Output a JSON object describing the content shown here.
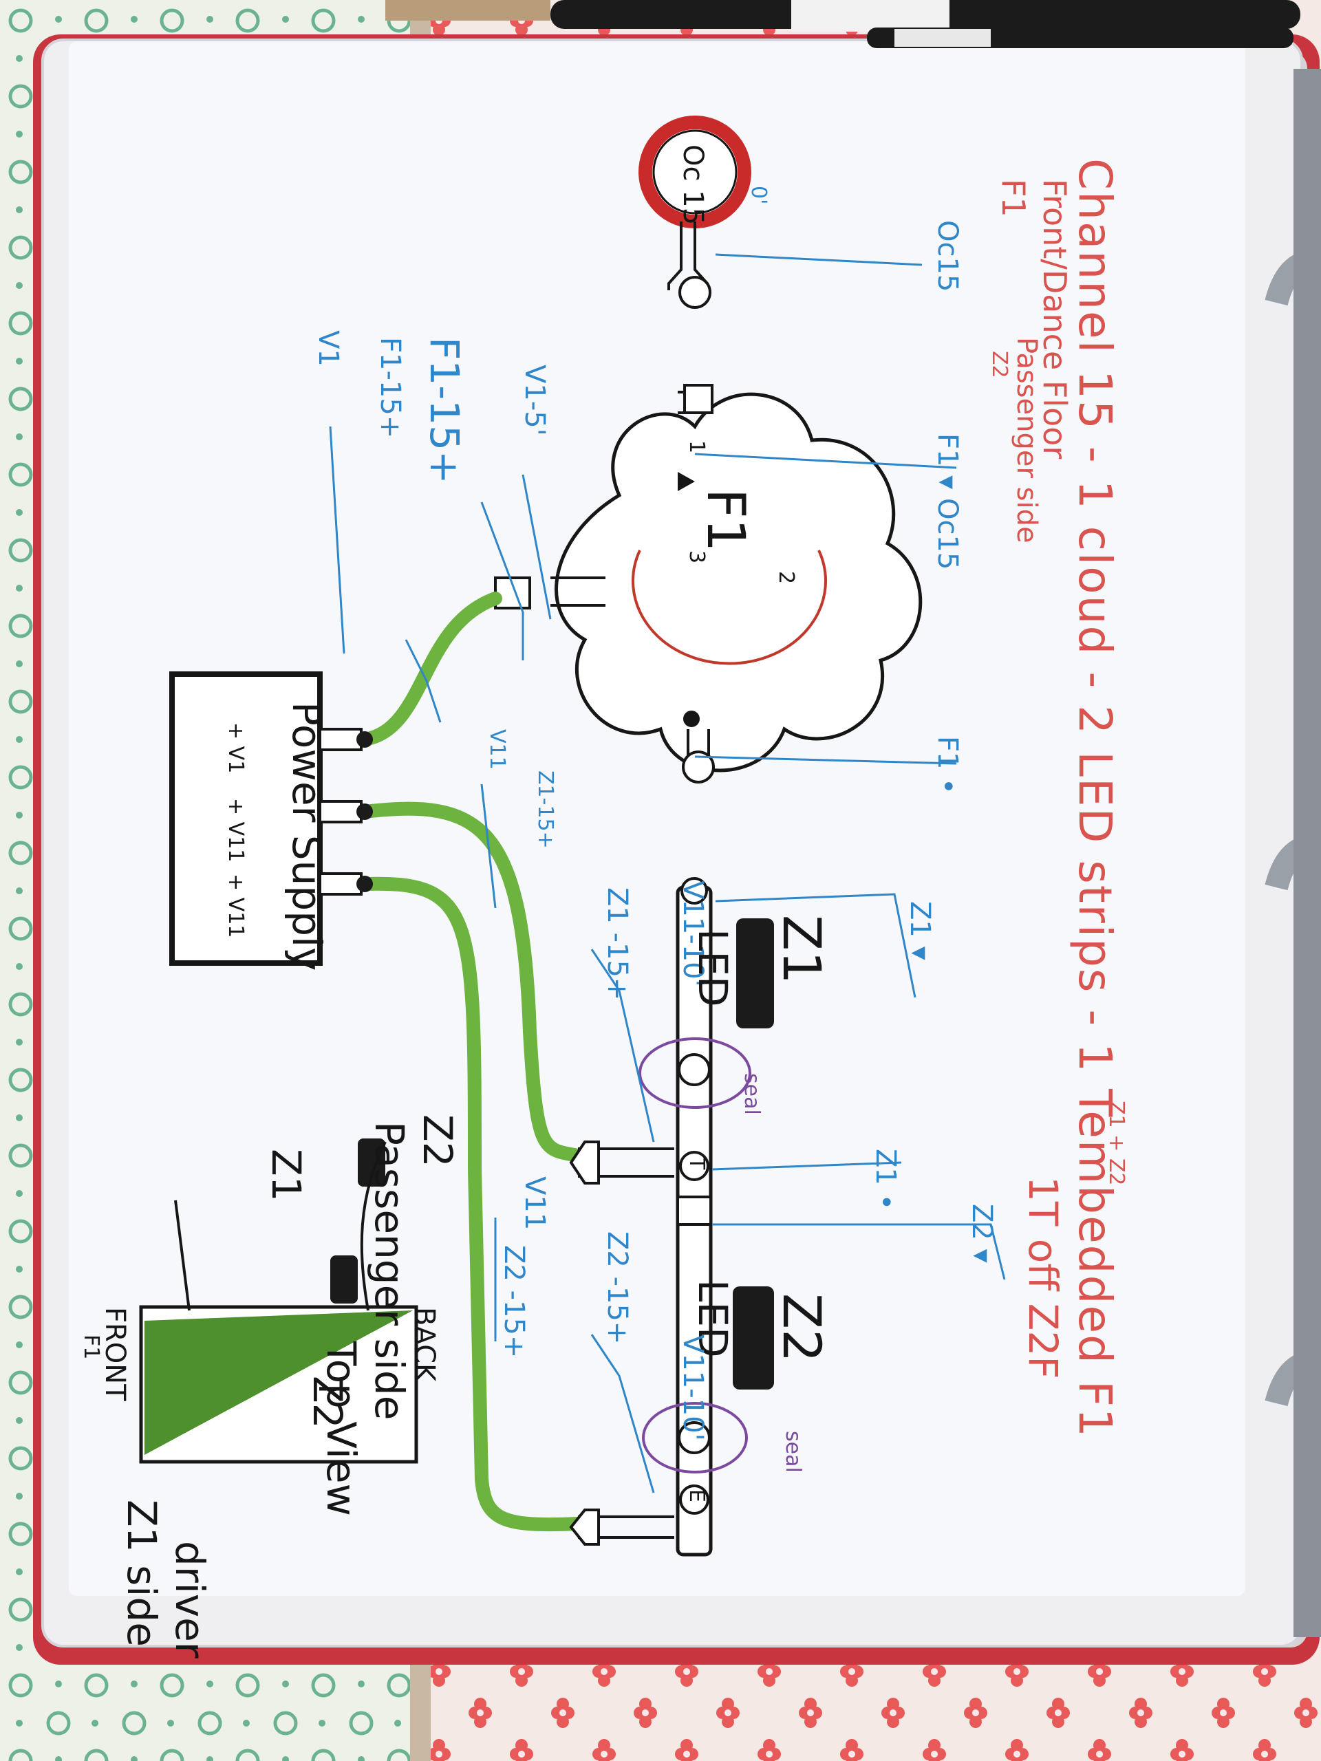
{
  "title": "Channel 15 - 1 cloud - 2 LED strips - 1 Tembedded F1",
  "subtitle": {
    "line1": "Front/Dance Floor",
    "line2": "F1",
    "line3": "Passenger side",
    "line3_note": "Z2",
    "right_note": "1T off Z2F",
    "zone_note": "Z1 + Z2"
  },
  "labels": {
    "oc15_fixture": "Oc 15",
    "oc15_tag": "Oc15",
    "oc15_note": "0'",
    "f1_cloud": "F1",
    "f1_in_tag": "F1 ▾ Oc15",
    "f1_out_tag": "F1 •",
    "cloud_num_1": "1",
    "cloud_num_2": "2",
    "cloud_num_3": "3",
    "v1_5": "V1-5'",
    "f1_15plus_a": "F1-15+",
    "f1_15plus_b": "F1-15+",
    "v1": "V1",
    "psu_title": "Power Supply",
    "psu_v1": "+ V1",
    "psu_v2": "+ V11",
    "psu_v3": "+ V11",
    "v11_a": "V11",
    "z1_15plus_top": "Z1-15+",
    "z1_15plus": "Z1 -15+",
    "v11_10_a": "V11-10'",
    "led_1": "LED",
    "led_2": "LED",
    "z1_big": "Z1",
    "z2_big": "Z2",
    "z1_in_tag": "Z1 ▾",
    "z1_mid_tag": "Z1 •",
    "z2_tag": "Z2 ▾",
    "t_node": "T",
    "seal_1": "seal",
    "seal_2": "seal",
    "v11_b": "V11",
    "z2_15plus_a": "Z2 -15+",
    "z2_15plus_b": "Z2 -15+",
    "v11_10_b": "V11-10'",
    "e_node": "E",
    "key_z2": "Z2",
    "key_passenger": "Passenger side",
    "key_z1": "Z1",
    "key_z2_small": "Z2",
    "key_back": "BACK",
    "key_top_view": "Top View",
    "key_front": "FRONT",
    "key_front_f1": "F1",
    "key_driver": "driver",
    "key_z1_side": "Z1 side"
  },
  "colors": {
    "title_red": "#d9534f",
    "label_blue": "#2f86c9",
    "wire_green": "#6db33f",
    "ink_black": "#161616",
    "marker_red": "#c0392b",
    "seal_purple": "#7b4a9e"
  }
}
